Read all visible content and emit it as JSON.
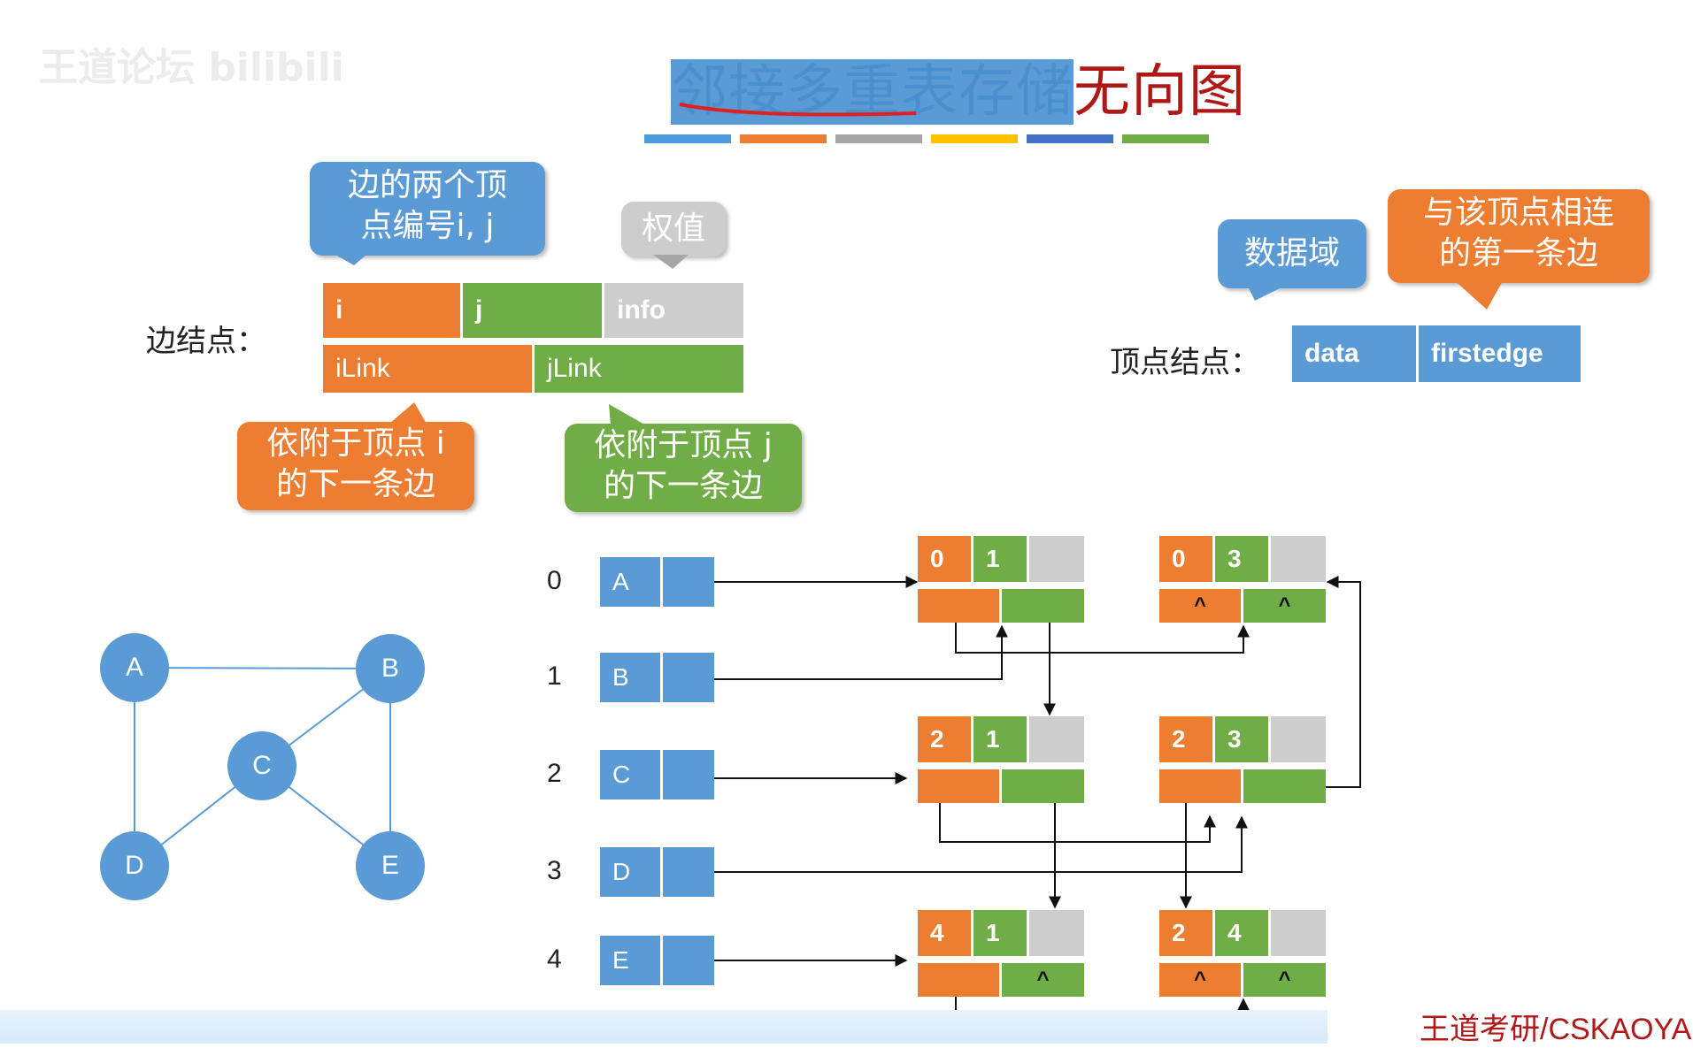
{
  "watermark": "王道论坛 bilibili",
  "title": {
    "part1": "邻接多重表存储",
    "part2": "无向图"
  },
  "legend_bar_colors": [
    "#4a9bd9",
    "#ed7d31",
    "#a6a6a6",
    "#ffc000",
    "#4472c4",
    "#70ad47"
  ],
  "edge_node": {
    "label": "边结点：",
    "fields_row1": [
      "i",
      "j",
      "info"
    ],
    "fields_row2": [
      "iLink",
      "jLink"
    ],
    "bubble_vertices": "边的两个顶点编号i, j",
    "bubble_weight": "权值",
    "bubble_ilink": "依附于顶点 i 的下一条边",
    "bubble_jlink": "依附于顶点 j 的下一条边"
  },
  "vertex_node": {
    "label": "顶点结点：",
    "fields": [
      "data",
      "firstedge"
    ],
    "bubble_data": "数据域",
    "bubble_firstedge": "与该顶点相连的第一条边"
  },
  "graph": {
    "vertices": [
      "A",
      "B",
      "C",
      "D",
      "E"
    ],
    "edges": [
      [
        "A",
        "B"
      ],
      [
        "A",
        "D"
      ],
      [
        "B",
        "C"
      ],
      [
        "B",
        "E"
      ],
      [
        "C",
        "D"
      ],
      [
        "C",
        "E"
      ]
    ]
  },
  "vertex_table": {
    "indices": [
      "0",
      "1",
      "2",
      "3",
      "4"
    ],
    "names": [
      "A",
      "B",
      "C",
      "D",
      "E"
    ]
  },
  "edge_nodes": [
    {
      "i": "0",
      "j": "1",
      "ilink": "",
      "jlink": ""
    },
    {
      "i": "0",
      "j": "3",
      "ilink": "^",
      "jlink": "^"
    },
    {
      "i": "2",
      "j": "1",
      "ilink": "",
      "jlink": ""
    },
    {
      "i": "2",
      "j": "3",
      "ilink": "",
      "jlink": ""
    },
    {
      "i": "4",
      "j": "1",
      "ilink": "",
      "jlink": "^"
    },
    {
      "i": "2",
      "j": "4",
      "ilink": "^",
      "jlink": "^"
    }
  ],
  "footer_credit": "王道考研/CSKAOYA"
}
